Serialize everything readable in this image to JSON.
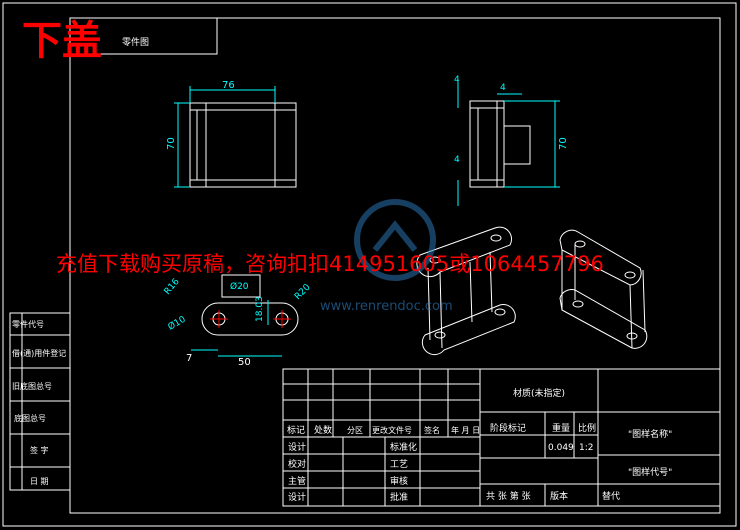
{
  "title": {
    "big": "下盖",
    "small": "零件图"
  },
  "watermark": {
    "notice": "充值下载购买原稿，咨询扣扣414951605或1064457796",
    "site": "www.renrendoc.com"
  },
  "dims": {
    "top_width": "76",
    "left_height": "70",
    "right_top": "4",
    "right_small": "4",
    "right_mid": "4",
    "right_height": "70",
    "r16": "R16",
    "r20": "R20",
    "d10": "Ø10",
    "d20": "Ø20",
    "v18": "18.03",
    "b7": "7",
    "b50": "50"
  },
  "left_table": [
    "零件代号",
    "借(通)用件登记",
    "旧底图总号",
    "底图总号",
    "签 字",
    "日 期"
  ],
  "title_block": {
    "material": "材质(未指定)",
    "drawing_name": "\"图样名称\"",
    "drawing_code": "\"图样代号\"",
    "stage_label": "阶段标记",
    "weight_label": "重量",
    "scale_label": "比例",
    "weight": "0.049",
    "scale": "1:2",
    "mark": "标记",
    "count": "处数",
    "zone": "分区",
    "change_doc": "更改文件号",
    "sign": "签名",
    "date": "年 月 日",
    "design": "设计",
    "check": "校对",
    "supervisor": "主管",
    "designer2": "设计",
    "standard": "标准化",
    "process": "工艺",
    "review": "审核",
    "approve": "批准",
    "total": "共 张 第 张",
    "version": "版本",
    "replace": "替代"
  }
}
